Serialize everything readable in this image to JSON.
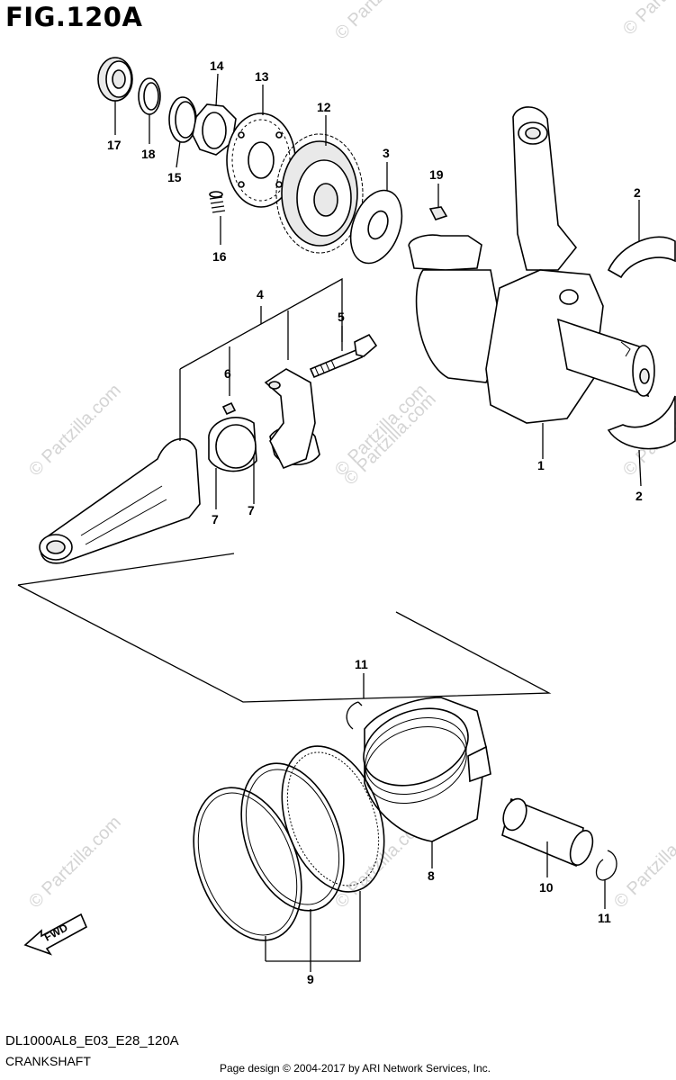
{
  "figure": {
    "title": "FIG.120A",
    "model_code": "DL1000AL8_E03_E28_120A",
    "section": "CRANKSHAFT",
    "credit": "Page design © 2004-2017 by ARI Network Services, Inc.",
    "watermark": "© Partzilla.com",
    "fwd_label": "FWD"
  },
  "callouts": {
    "c1": "1",
    "c2a": "2",
    "c2b": "2",
    "c3": "3",
    "c4": "4",
    "c5": "5",
    "c6": "6",
    "c7a": "7",
    "c7b": "7",
    "c8": "8",
    "c9": "9",
    "c10": "10",
    "c11a": "11",
    "c11b": "11",
    "c12": "12",
    "c13": "13",
    "c14": "14",
    "c15": "15",
    "c16": "16",
    "c17": "17",
    "c18": "18",
    "c19": "19"
  }
}
